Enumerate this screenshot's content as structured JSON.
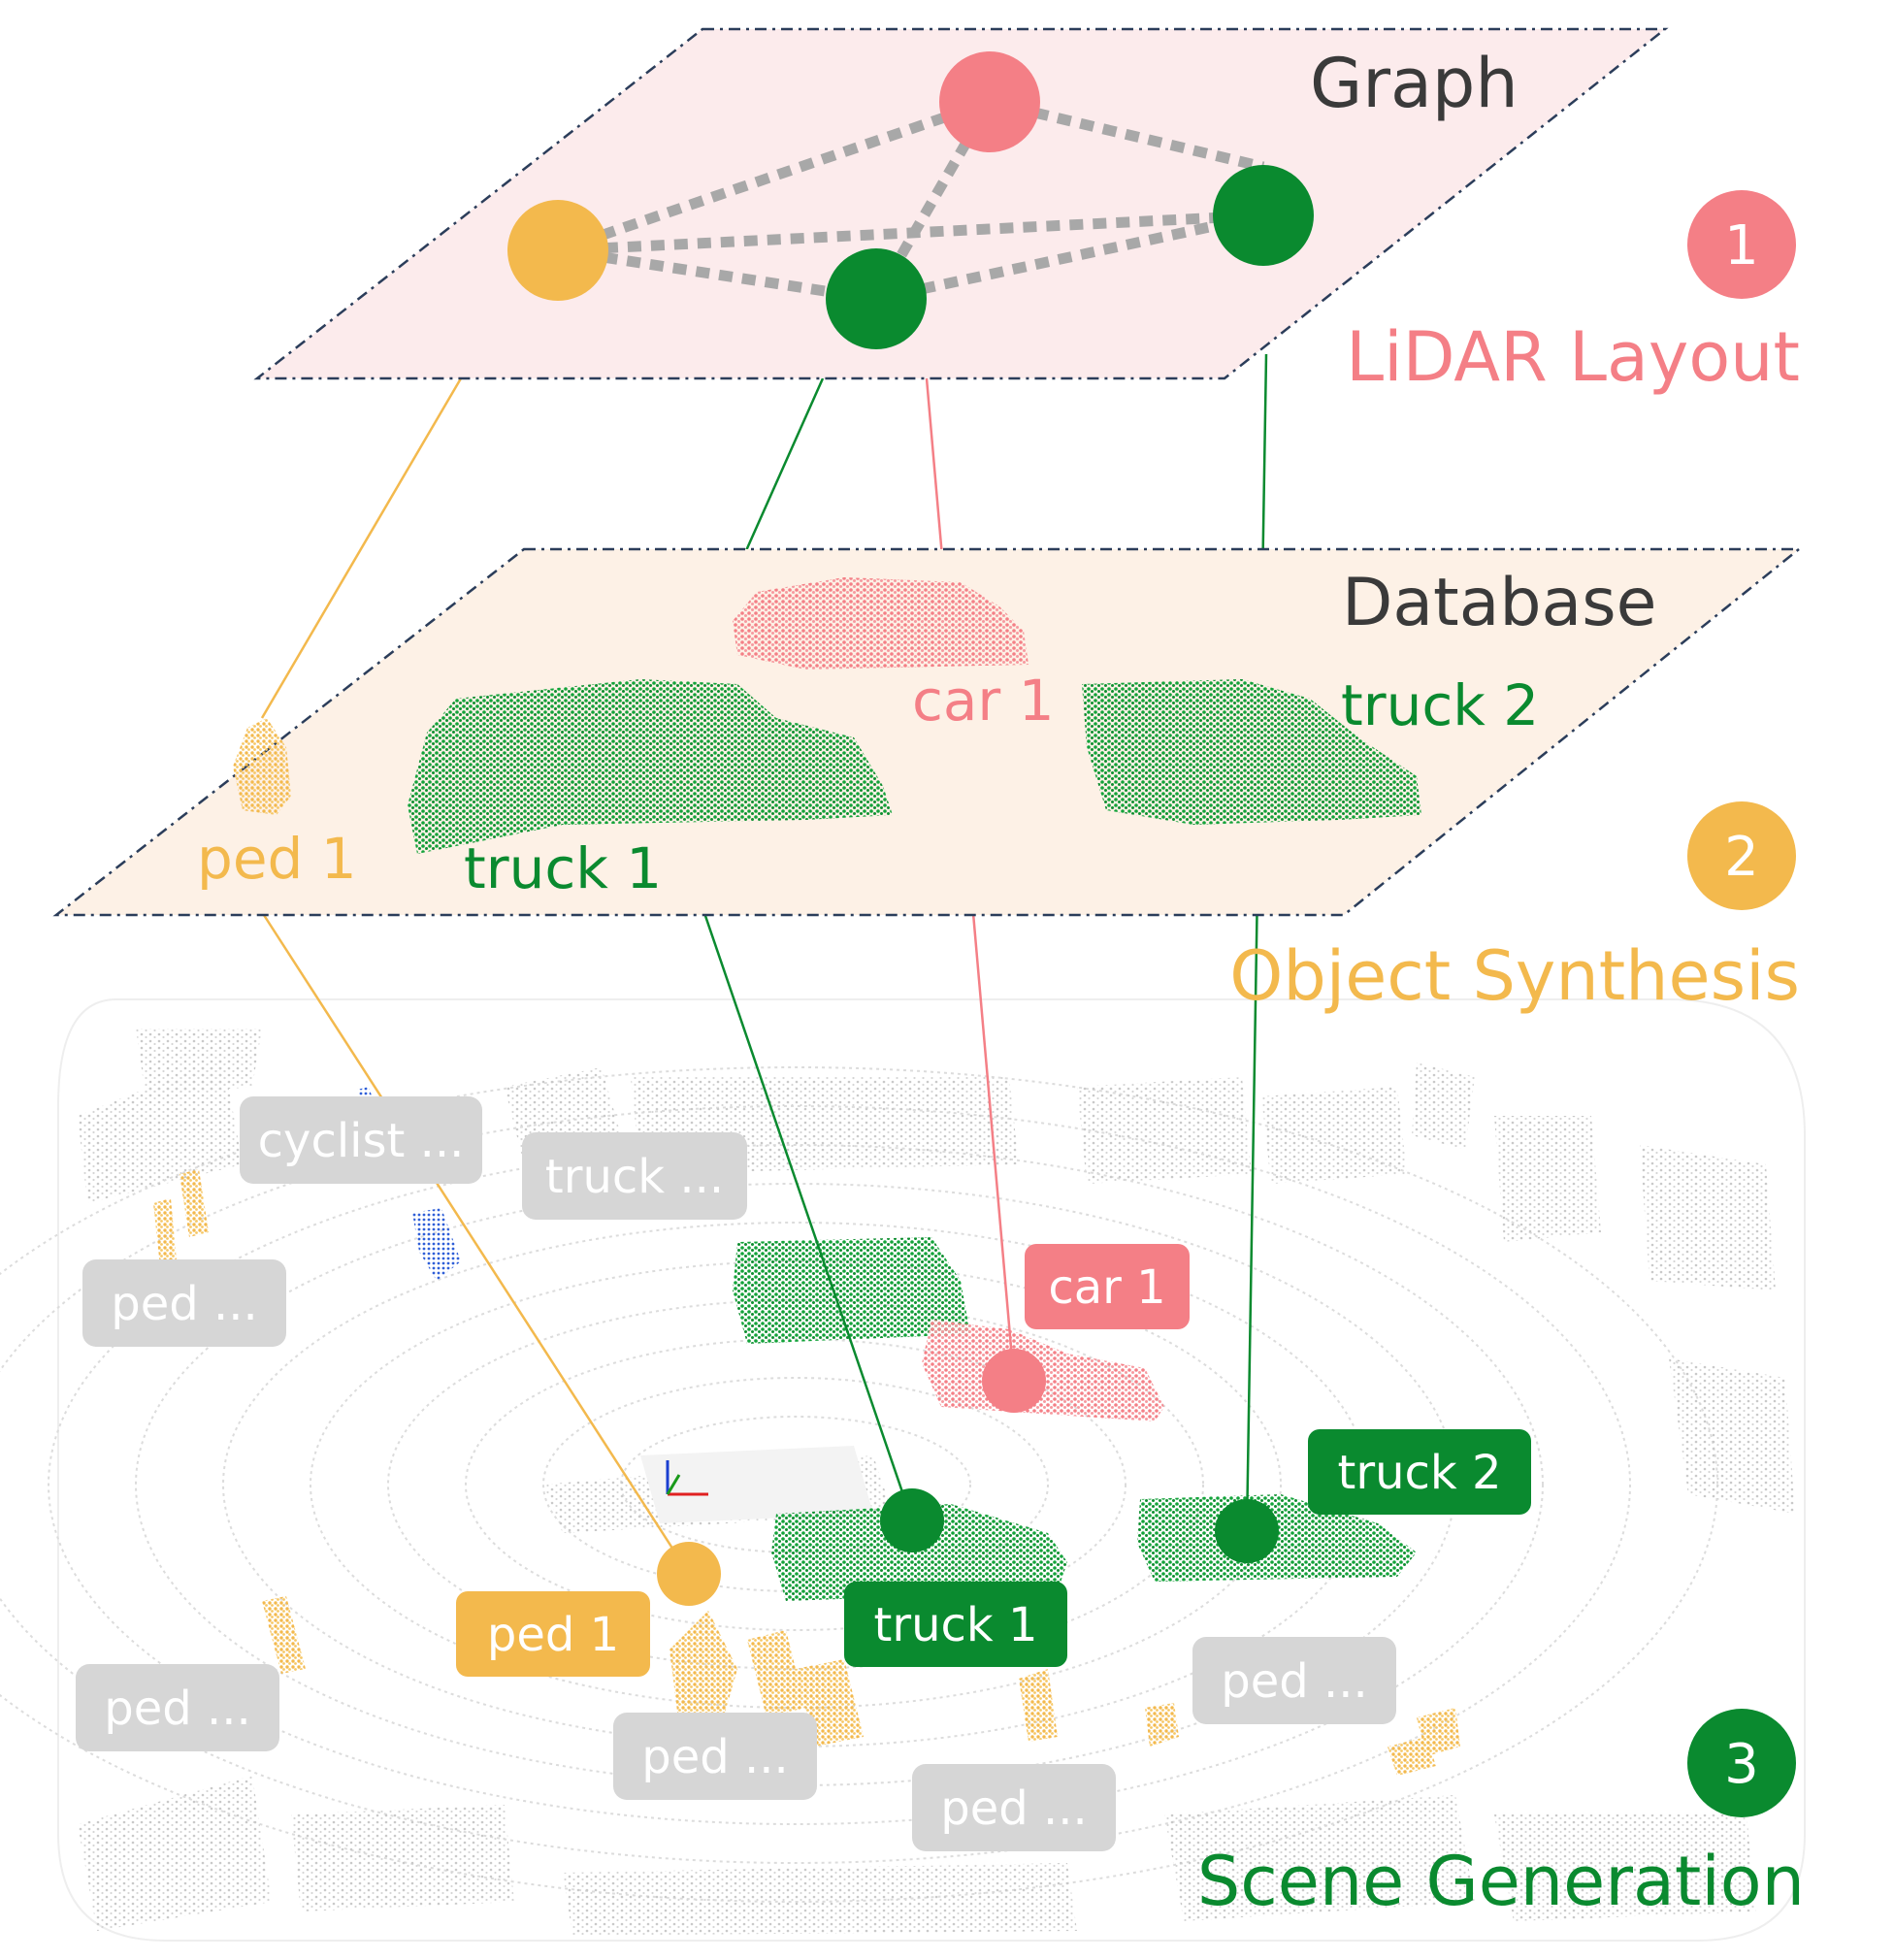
{
  "colors": {
    "red": "#f47f86",
    "orange": "#f3b94d",
    "green": "#0a8a2f",
    "gray_label": "#d6d6d6",
    "gray_text": "#ffffff",
    "dark_text": "#3a3a3a",
    "plane1_fill": "#fcebec",
    "plane2_fill": "#fdf1e6",
    "edge": "#a8a8a8"
  },
  "layer1": {
    "graph_label": "Graph",
    "step_number": "1",
    "step_title": "LiDAR Layout",
    "nodes": [
      {
        "id": "orange",
        "color": "orange"
      },
      {
        "id": "green_mid",
        "color": "green"
      },
      {
        "id": "red_top",
        "color": "red"
      },
      {
        "id": "green_right",
        "color": "green"
      }
    ]
  },
  "layer2": {
    "database_label": "Database",
    "step_number": "2",
    "step_title": "Object Synthesis",
    "objects": {
      "car": "car 1",
      "truck1": "truck 1",
      "truck2": "truck 2",
      "ped": "ped 1"
    }
  },
  "layer3": {
    "step_number": "3",
    "step_title": "Scene Generation",
    "highlight_labels": {
      "car": "car 1",
      "truck1": "truck 1",
      "truck2": "truck 2",
      "ped": "ped 1"
    },
    "gray_labels": {
      "cyclist": "cyclist ...",
      "truck": "truck ...",
      "ped_left_top": "ped ...",
      "ped_left_bottom": "ped ...",
      "ped_center": "ped ...",
      "ped_bottom": "ped ...",
      "ped_right": "ped ..."
    }
  }
}
